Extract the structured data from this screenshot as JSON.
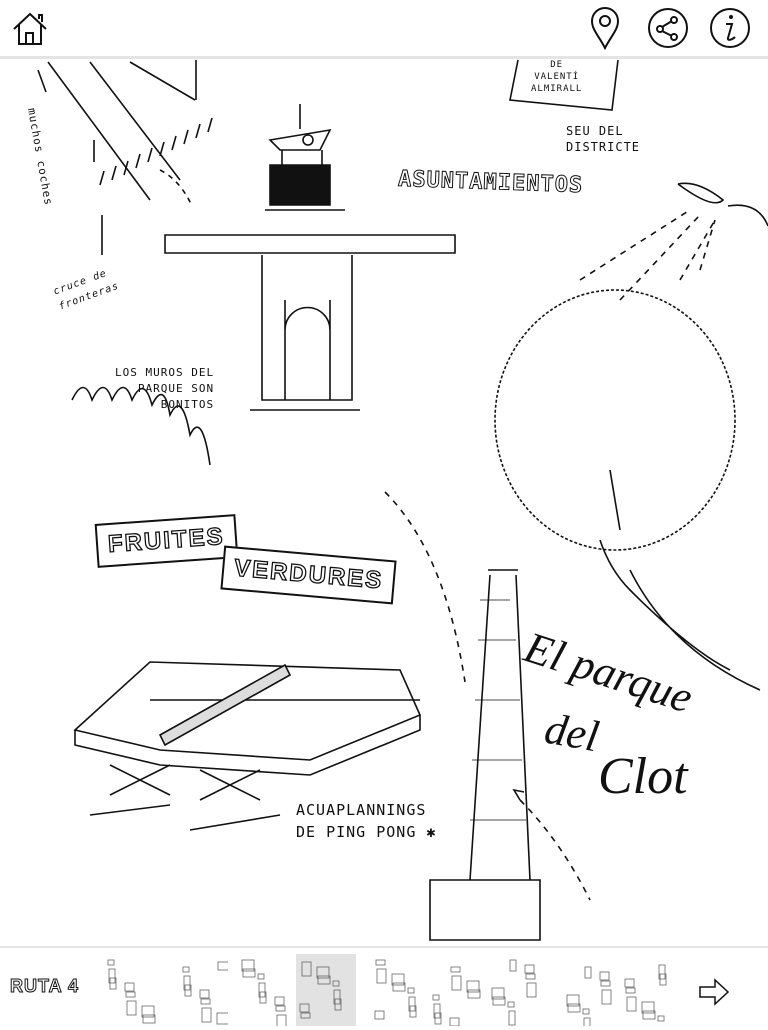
{
  "topbar": {
    "icons": [
      "home-icon",
      "map-pin-icon",
      "share-icon",
      "info-icon"
    ]
  },
  "illustration": {
    "plaque": [
      "DE",
      "VALENTÍ",
      "ALMIRALL"
    ],
    "seu": "SEU DEL\nDISTRICTE",
    "ayuntamientos": "ASUNTAMIENTOS",
    "muchos_coches": "muchos coches",
    "cruce": "cruce de fronteras",
    "muros": "LOS MUROS DEL\nPARQUE SON\nBONITOS",
    "fruites": "FRUITES",
    "verdures": "VERDURES",
    "pingpong": "ACUAPLANNINGS\nDE PING PONG ✱",
    "parque": [
      "El parque",
      "del",
      "Clot"
    ]
  },
  "bottombar": {
    "route_label": "RUTA 4",
    "thumbnails": 9,
    "selected_index": 3
  }
}
